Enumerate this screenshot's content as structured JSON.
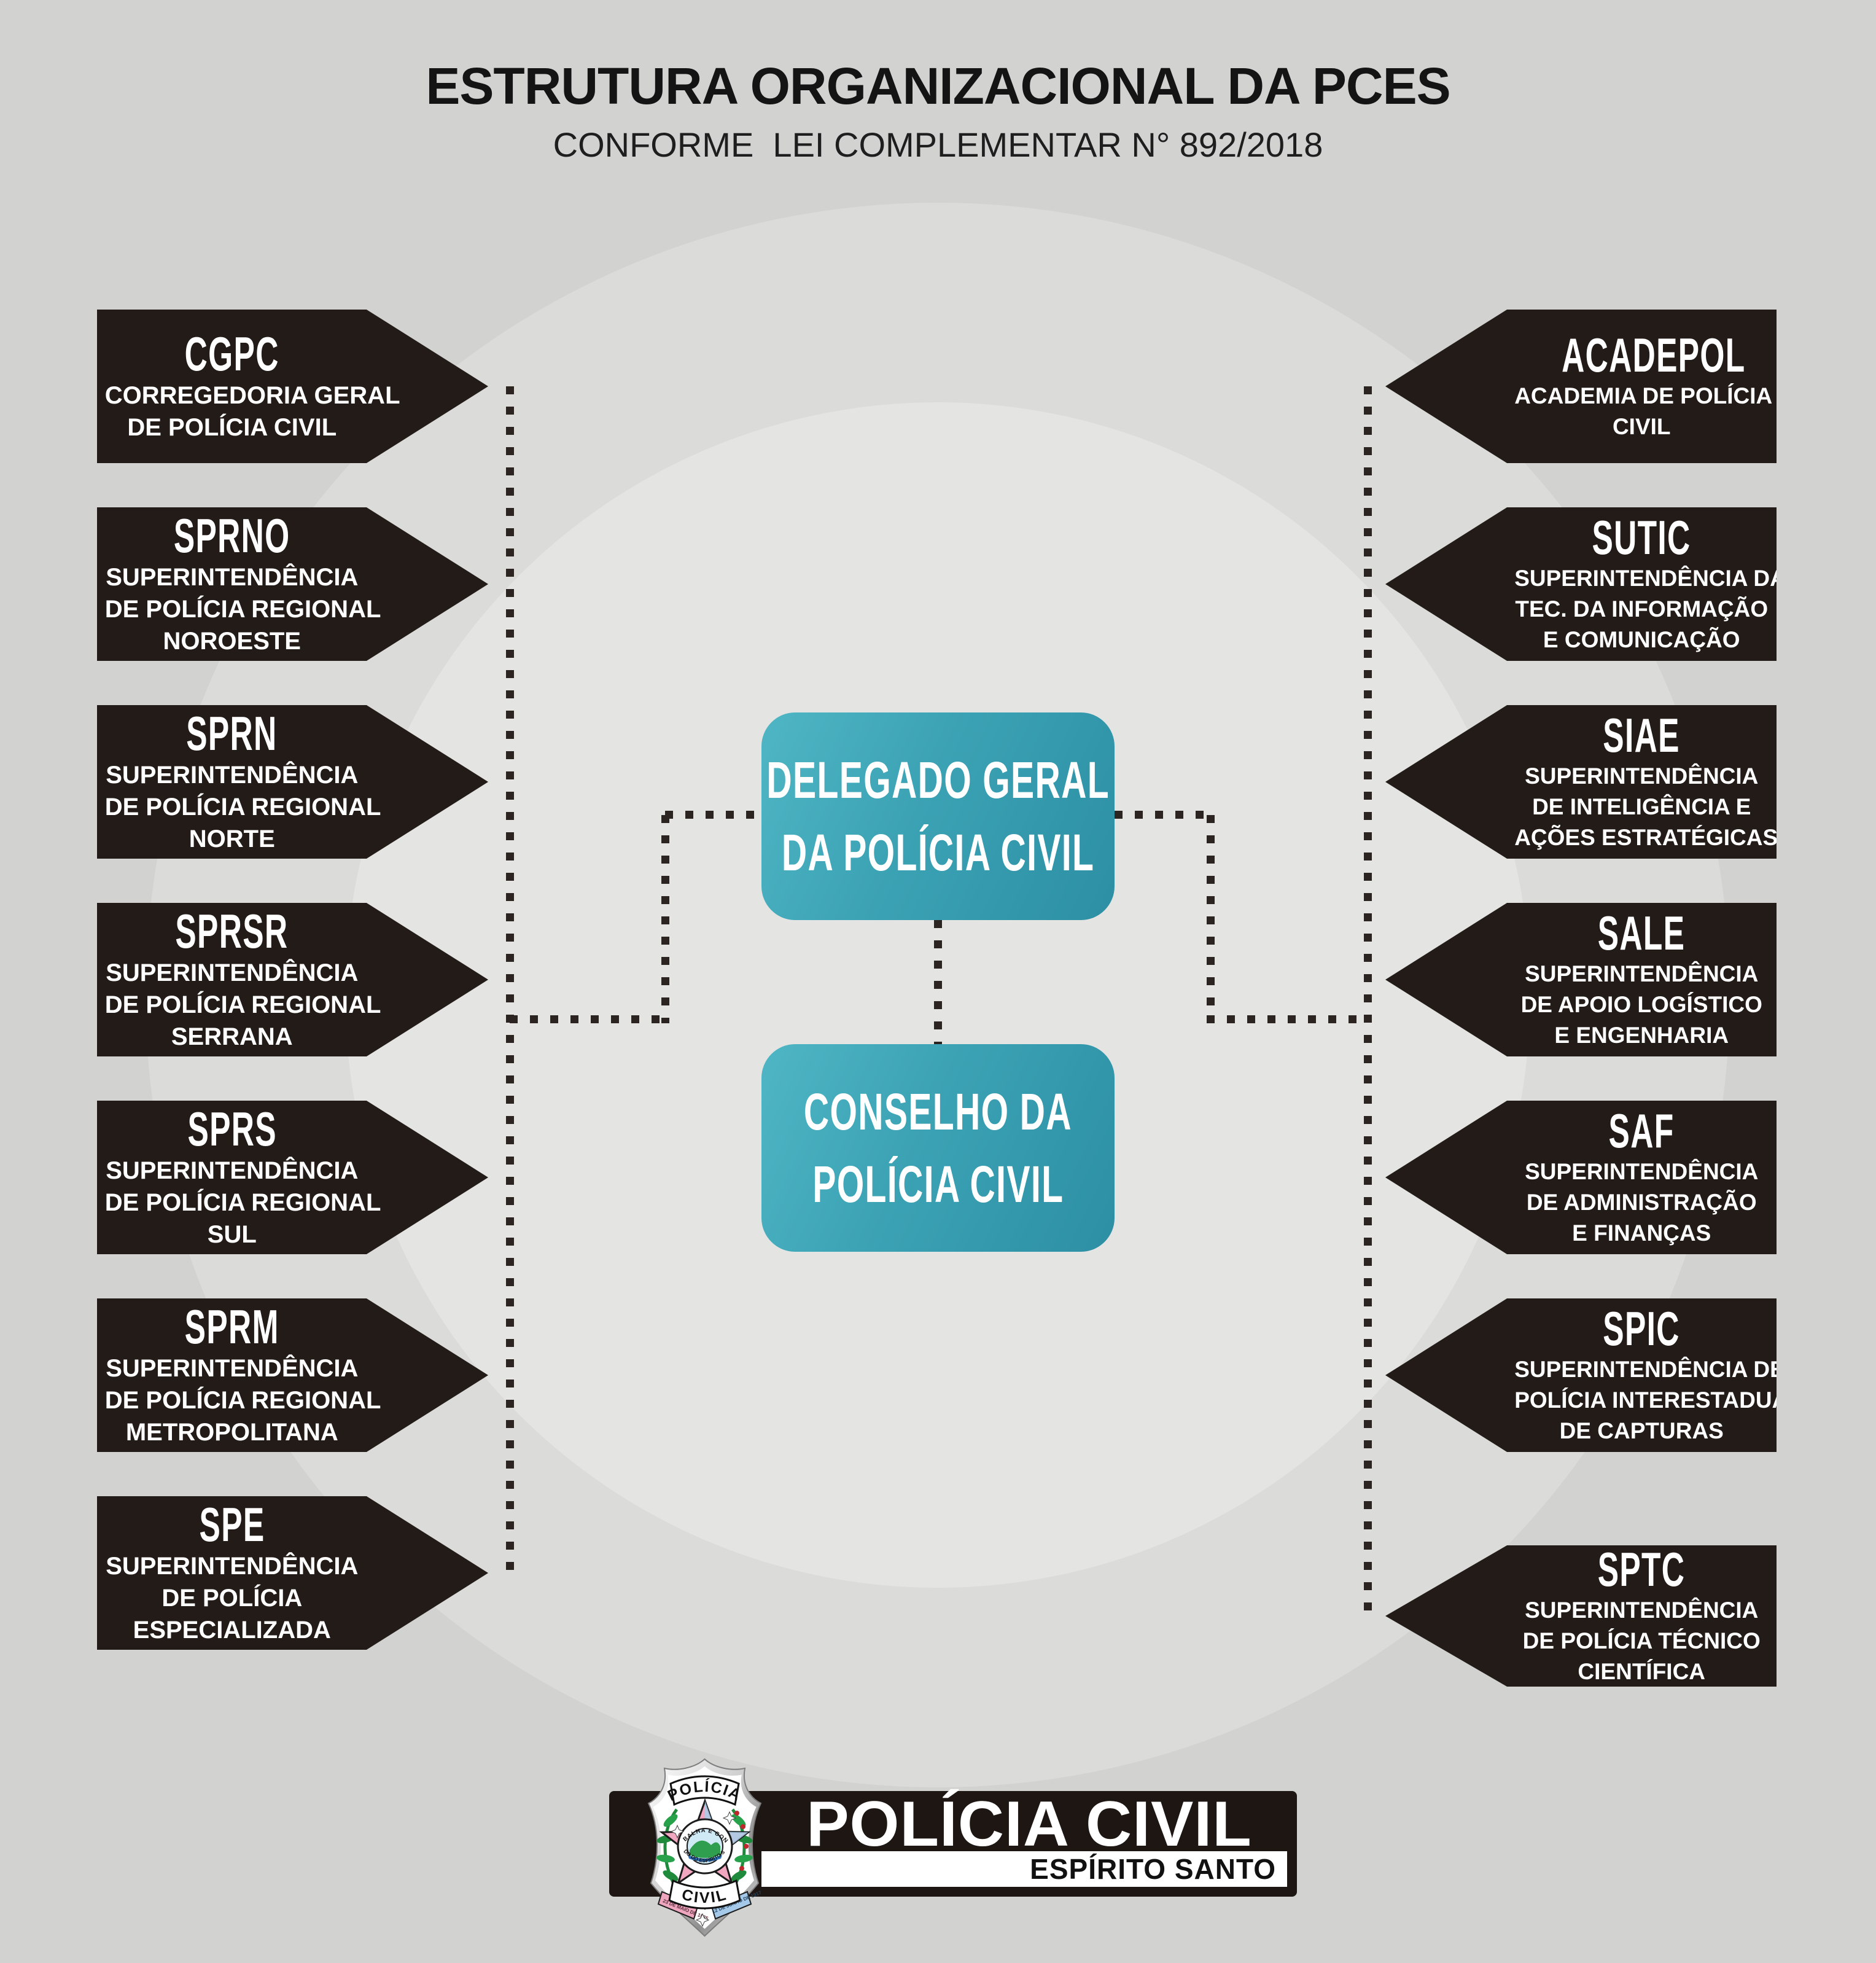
{
  "title": {
    "main": "ESTRUTURA ORGANIZACIONAL DA PCES",
    "subtitle": "CONFORME  LEI COMPLEMENTAR N° 892/2018"
  },
  "center": {
    "delegado": {
      "line1": "DELEGADO GERAL",
      "line2": "DA POLÍCIA CIVIL"
    },
    "conselho": {
      "line1": "CONSELHO DA",
      "line2": "POLÍCIA CIVIL"
    }
  },
  "left_units": [
    {
      "acronym": "CGPC",
      "l1": "CORREGEDORIA GERAL",
      "l2": "DE POLÍCIA CIVIL",
      "l3": ""
    },
    {
      "acronym": "SPRNO",
      "l1": "SUPERINTENDÊNCIA",
      "l2": "DE POLÍCIA REGIONAL",
      "l3": "NOROESTE"
    },
    {
      "acronym": "SPRN",
      "l1": "SUPERINTENDÊNCIA",
      "l2": "DE POLÍCIA REGIONAL",
      "l3": "NORTE"
    },
    {
      "acronym": "SPRSR",
      "l1": "SUPERINTENDÊNCIA",
      "l2": "DE POLÍCIA REGIONAL",
      "l3": "SERRANA"
    },
    {
      "acronym": "SPRS",
      "l1": "SUPERINTENDÊNCIA",
      "l2": "DE POLÍCIA REGIONAL",
      "l3": "SUL"
    },
    {
      "acronym": "SPRM",
      "l1": "SUPERINTENDÊNCIA",
      "l2": "DE POLÍCIA REGIONAL",
      "l3": "METROPOLITANA"
    },
    {
      "acronym": "SPE",
      "l1": "SUPERINTENDÊNCIA",
      "l2": "DE POLÍCIA",
      "l3": "ESPECIALIZADA"
    }
  ],
  "right_units": [
    {
      "acronym": "ACADEPOL",
      "l1": "ACADEMIA DE POLÍCIA",
      "l2": "CIVIL",
      "l3": ""
    },
    {
      "acronym": "SUTIC",
      "l1": "SUPERINTENDÊNCIA DA",
      "l2": "TEC. DA INFORMAÇÃO",
      "l3": "E COMUNICAÇÃO"
    },
    {
      "acronym": "SIAE",
      "l1": "SUPERINTENDÊNCIA",
      "l2": "DE INTELIGÊNCIA E",
      "l3": "AÇÕES ESTRATÉGICAS"
    },
    {
      "acronym": "SALE",
      "l1": "SUPERINTENDÊNCIA",
      "l2": "DE APOIO LOGÍSTICO",
      "l3": "E ENGENHARIA"
    },
    {
      "acronym": "SAF",
      "l1": "SUPERINTENDÊNCIA",
      "l2": "DE ADMINISTRAÇÃO",
      "l3": "E FINANÇAS"
    },
    {
      "acronym": "SPIC",
      "l1": "SUPERINTENDÊNCIA DE",
      "l2": "POLÍCIA INTERESTADUAL",
      "l3": "DE CAPTURAS"
    },
    {
      "acronym": "SPTC",
      "l1": "SUPERINTENDÊNCIA",
      "l2": "DE POLÍCIA TÉCNICO",
      "l3": "CIENTÍFICA"
    }
  ],
  "footer": {
    "brand": "POLÍCIA CIVIL",
    "region": "ESPÍRITO SANTO",
    "badge_top": "POLÍCIA",
    "badge_bottom": "CIVIL",
    "badge_motto_top": "TRABALHA E CONFIA",
    "badge_motto_bottom": "ESTADO DO ESPÍRITO SANTO",
    "badge_ribbon_left": "23 DE MAIO DE 1535",
    "badge_ribbon_right": "12 DE JUNHO DE 1917"
  },
  "colors": {
    "teal_light": "#4fb6c5",
    "teal_dark": "#2d8fa4",
    "box_black": "#221b17",
    "dot": "#2b2420",
    "background": "#d2d2d0"
  }
}
